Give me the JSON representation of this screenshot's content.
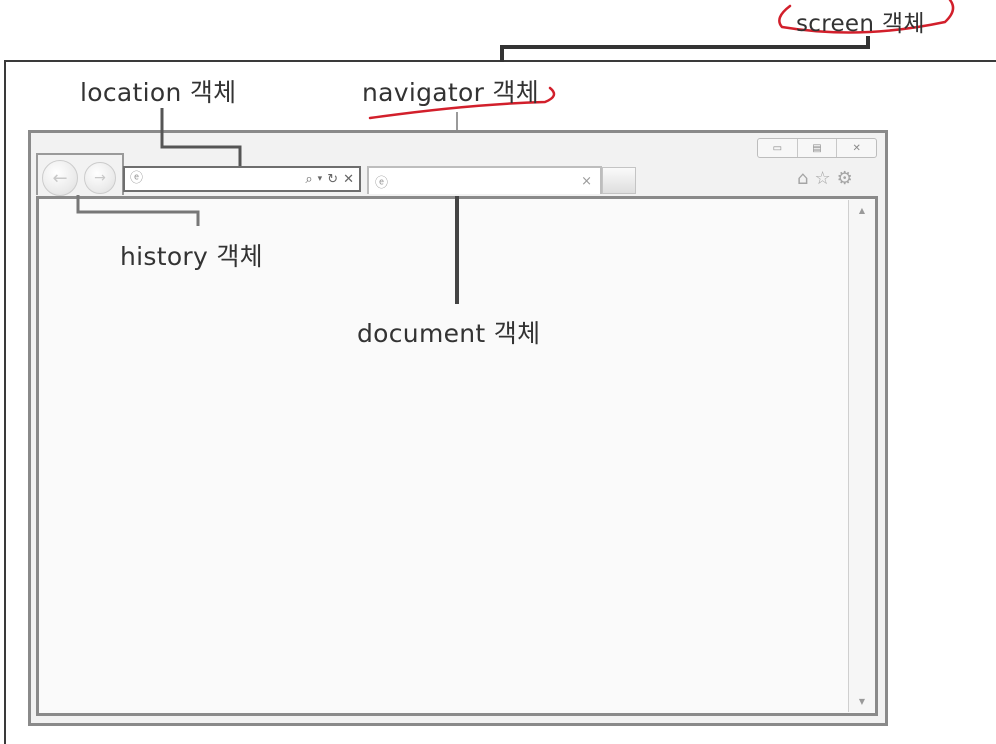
{
  "labels": {
    "screen": "screen 객체",
    "location": "location 객체",
    "navigator": "navigator 객체",
    "history": "history 객체",
    "document": "document 객체"
  },
  "icons": {
    "address_favicon": "e-icon",
    "search": "search-icon",
    "dropdown": "chevron-down-icon",
    "refresh": "refresh-icon",
    "stop": "close-icon",
    "tab_favicon": "e-icon",
    "tab_close": "close-icon",
    "home": "home-icon",
    "favorites": "star-icon",
    "settings": "gear-icon",
    "back": "back-arrow-icon",
    "forward": "forward-arrow-icon",
    "minimize": "minimize-icon",
    "maximize": "maximize-icon",
    "close_window": "close-window-icon"
  },
  "colors": {
    "annotation_red": "#d21f2b",
    "connector": "#555555",
    "frame": "#8a8a8a"
  }
}
